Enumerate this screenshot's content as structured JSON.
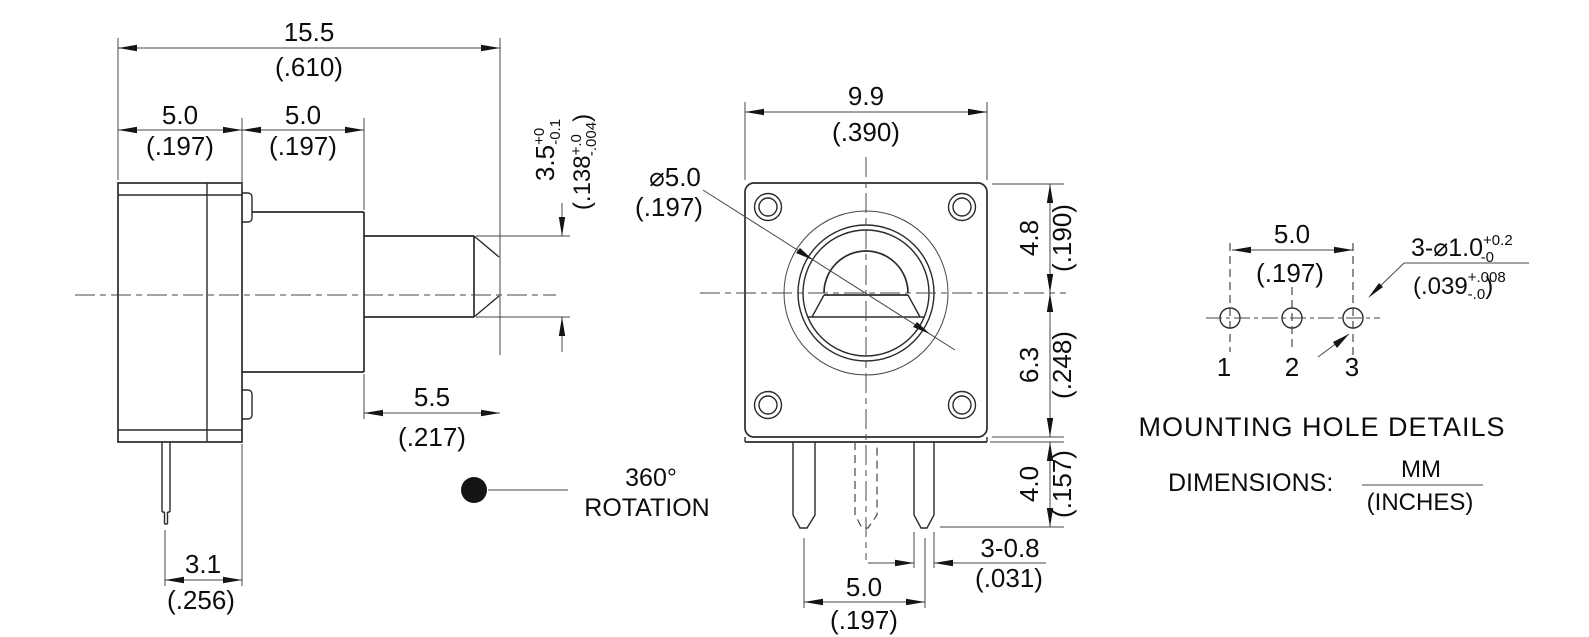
{
  "side_view": {
    "overall_length": {
      "mm": "15.5",
      "in": "(.610)"
    },
    "body_depth": {
      "mm": "5.0",
      "in": "(.197)"
    },
    "bushing_depth": {
      "mm": "5.0",
      "in": "(.197)"
    },
    "shaft_flat_height": {
      "mm": "3.5",
      "tol_top": "+0",
      "tol_bottom": "-0.1",
      "in_main": "(.138",
      "in_tol_top": "+.0",
      "in_tol_bottom": "-.004",
      "in_close": ")"
    },
    "shaft_length": {
      "mm": "5.5",
      "in": "(.217)"
    },
    "pin_setback": {
      "mm": "3.1",
      "in": "(.256)"
    }
  },
  "front_view": {
    "body_width": {
      "mm": "9.9",
      "in": "(.390)"
    },
    "shaft_diameter": {
      "mm": "⌀5.0",
      "in": "(.197)"
    },
    "center_to_top": {
      "mm": "4.8",
      "in": "(.190)"
    },
    "center_to_bottom": {
      "mm": "6.3",
      "in": "(.248)"
    },
    "pin_length": {
      "mm": "4.0",
      "in": "(.157)"
    },
    "pin_width": {
      "mm": "3-0.8",
      "in": "(.031)"
    },
    "pin_span": {
      "mm": "5.0",
      "in": "(.197)"
    }
  },
  "rotation_note": {
    "angle": "360°",
    "word": "ROTATION"
  },
  "mounting_detail": {
    "hole_pitch": {
      "mm": "5.0",
      "in": "(.197)"
    },
    "hole_numbers": [
      "1",
      "2",
      "3"
    ],
    "hole_spec": {
      "mm_main": "3-⌀1.0",
      "mm_tol_top": "+0.2",
      "mm_tol_bottom": "-0",
      "in_main": "(.039",
      "in_tol_top": "+.008",
      "in_tol_bottom": "-.0",
      "in_close": ")"
    },
    "title": "MOUNTING HOLE DETAILS",
    "dimensions_label": "DIMENSIONS:",
    "unit_mm": "MM",
    "unit_inches": "(INCHES)"
  }
}
